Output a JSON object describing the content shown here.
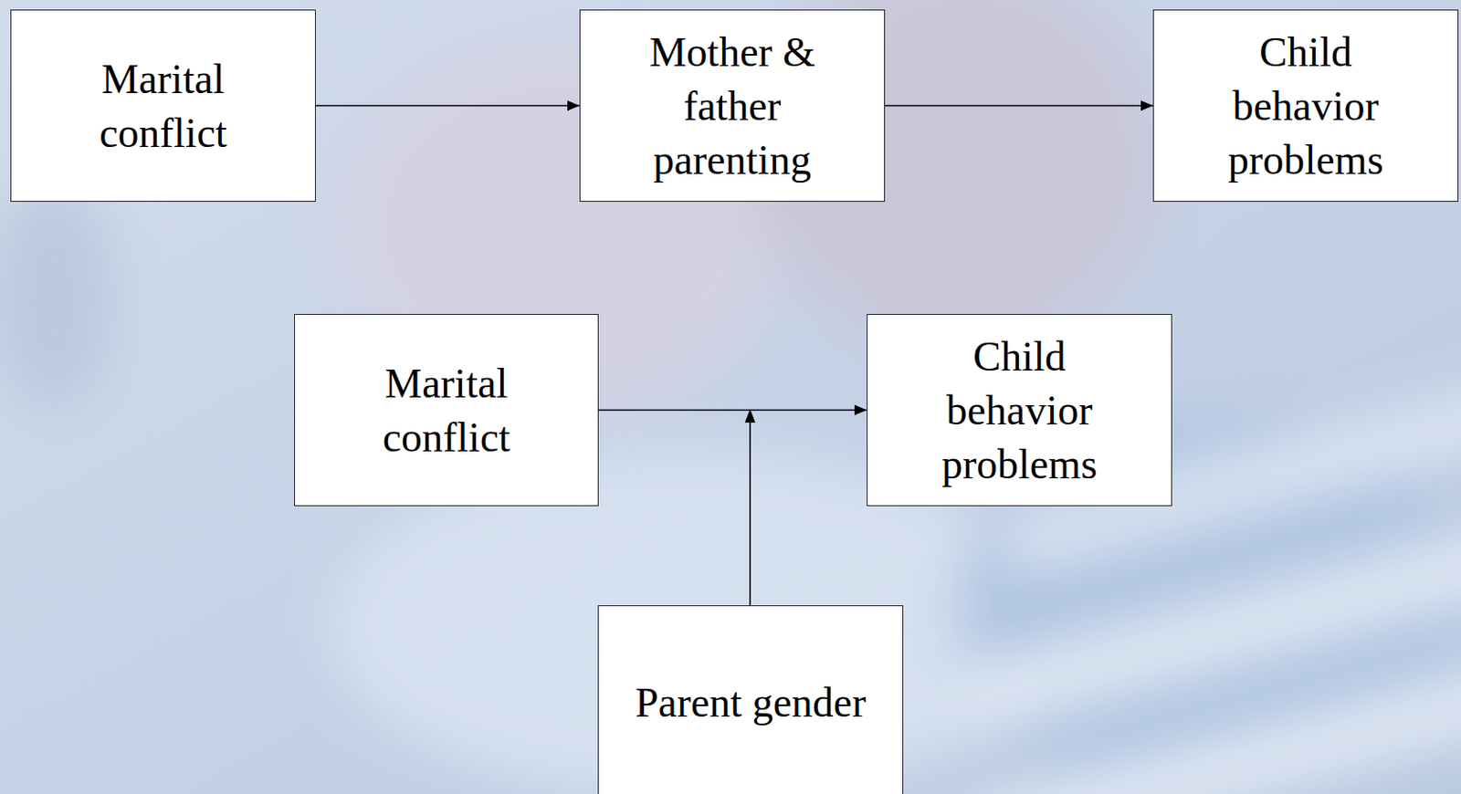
{
  "diagram": {
    "nodes": [
      {
        "text": [
          "Marital conflict"
        ]
      },
      {
        "text": [
          "Mother & father parenting"
        ]
      },
      {
        "text": [
          "Child behavior problems"
        ]
      },
      {
        "text": [
          "Marital conflict"
        ]
      },
      {
        "text": [
          "Child behavior problems"
        ]
      },
      {
        "text": [
          "Parent gender"
        ]
      }
    ],
    "edges": [
      {
        "from": 0,
        "to": 1,
        "arrow": "to"
      },
      {
        "from": 1,
        "to": 2,
        "arrow": "to"
      },
      {
        "from": 3,
        "to": 4,
        "arrow": "to"
      }
    ]
  }
}
